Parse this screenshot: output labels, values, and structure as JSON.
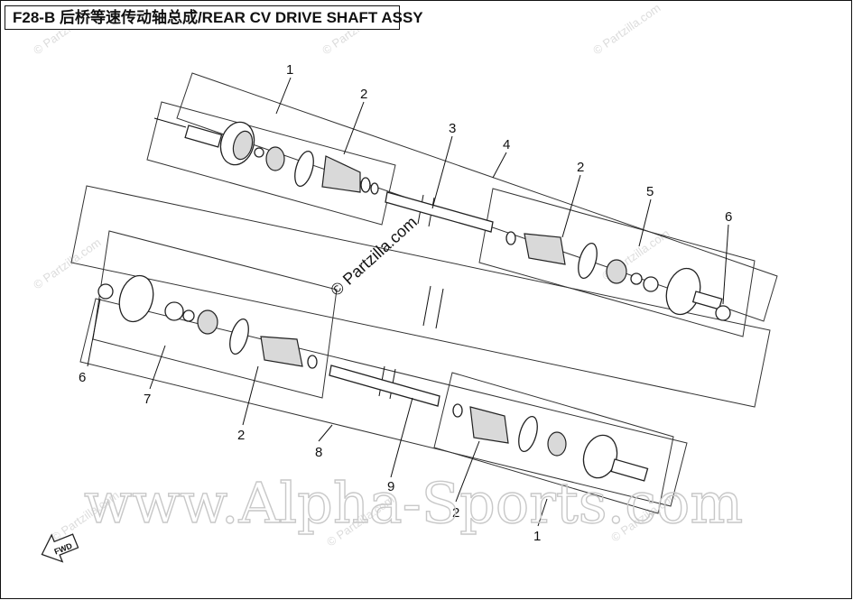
{
  "title": "F28-B 后桥等速传动轴总成/REAR CV DRIVE SHAFT ASSY",
  "callouts": {
    "c1_top": "1",
    "c2_top": "2",
    "c3": "3",
    "c4": "4",
    "c2_right": "2",
    "c5": "5",
    "c6_right": "6",
    "c6_left": "6",
    "c7": "7",
    "c2_lower": "2",
    "c8": "8",
    "c9": "9",
    "c2_bottom": "2",
    "c1_bottom": "1"
  },
  "watermarks": {
    "main": "www.Alpha-Sports.com",
    "partzilla_center": "© Partzilla.com",
    "partzilla_small": "© Partzilla.com"
  },
  "fwd_label": "FWD"
}
